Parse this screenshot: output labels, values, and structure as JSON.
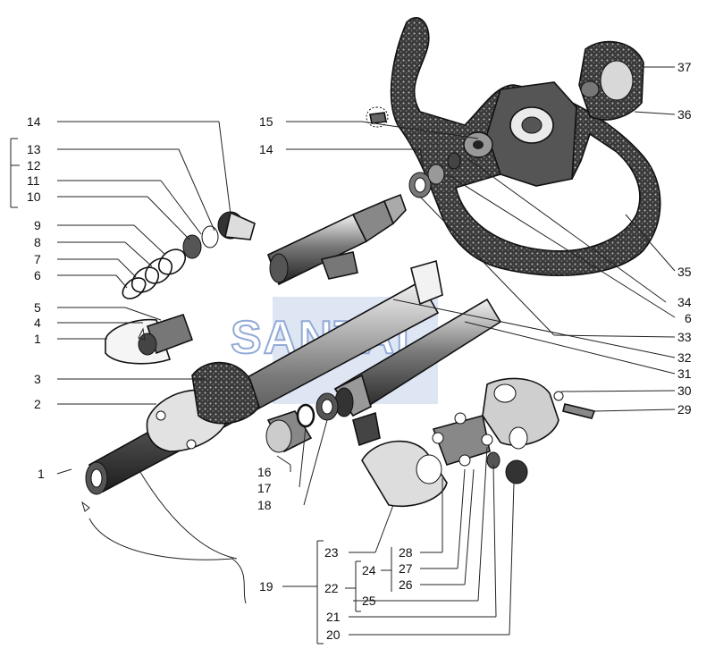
{
  "watermark": "SANTAL",
  "colors": {
    "ink": "#111111",
    "watermark_blue": "#7f9ccf",
    "watermark_fill": "#c9d6ee"
  },
  "labels": {
    "n1": "1",
    "n2": "2",
    "n3": "3",
    "n4": "4",
    "n5": "5",
    "n6": "6",
    "n7": "7",
    "n8": "8",
    "n9": "9",
    "n10": "10",
    "n11": "11",
    "n12": "12",
    "n13": "13",
    "n14": "14",
    "n15": "15",
    "n16": "16",
    "n17": "17",
    "n18": "18",
    "n19": "19",
    "n20": "20",
    "n21": "21",
    "n22": "22",
    "n23": "23",
    "n24": "24",
    "n25": "25",
    "n26": "26",
    "n27": "27",
    "n28": "28",
    "n29": "29",
    "n30": "30",
    "n31": "31",
    "n32": "32",
    "n33": "33",
    "n34": "34",
    "n35": "35",
    "n36": "36",
    "n37": "37"
  }
}
